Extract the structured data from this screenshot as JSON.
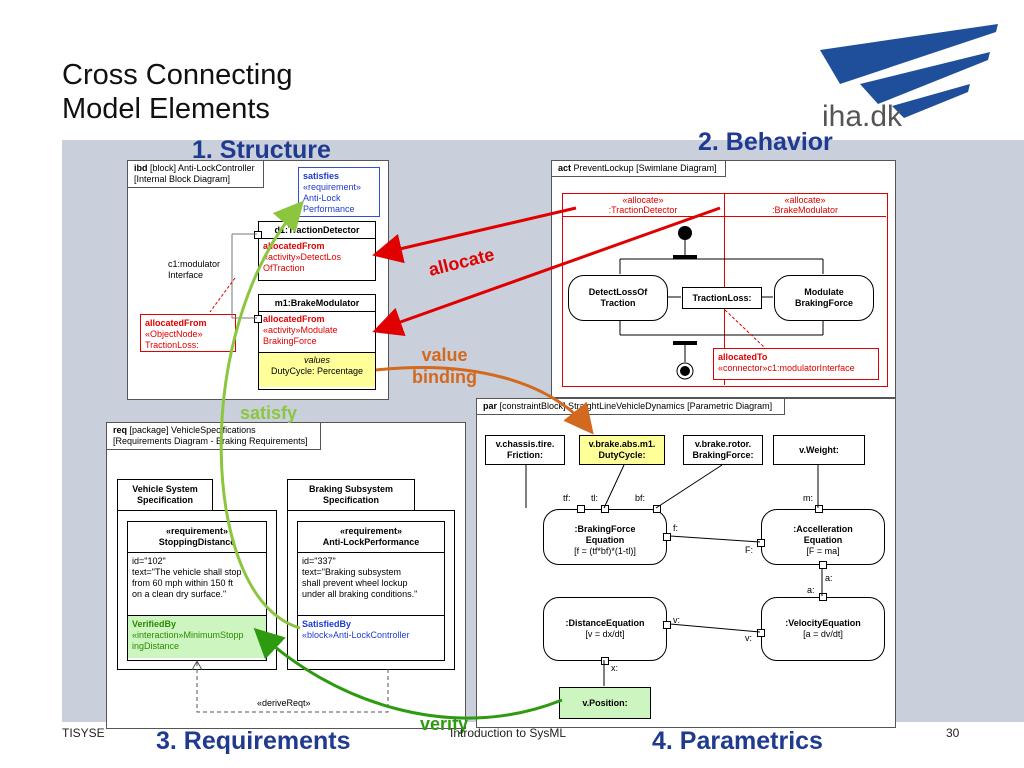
{
  "slide": {
    "title_line1": "Cross Connecting",
    "title_line2": "Model Elements",
    "logo_text": "iha.dk",
    "footer_left": "TISYSE",
    "footer_center": "Introduction to SysML",
    "page_number": "30"
  },
  "sections": {
    "structure": "1. Structure",
    "behavior": "2. Behavior",
    "requirements": "3. Requirements",
    "parametrics": "4. Parametrics"
  },
  "arrows": {
    "allocate": "allocate",
    "value_binding_1": "value",
    "value_binding_2": "binding",
    "satisfy": "satisfy",
    "verify": "verify"
  },
  "ibd": {
    "frame_kw": "ibd",
    "frame_line1": "[block] Anti-LockController",
    "frame_line2": "[Internal Block Diagram]",
    "satisfies_title": "satisfies",
    "satisfies_l1": "«requirement»",
    "satisfies_l2": "Anti-Lock",
    "satisfies_l3": "Performance",
    "connector_l1": "c1:modulator",
    "connector_l2": "Interface",
    "d1_name": "d1:TractionDetector",
    "d1_alloc_title": "allocatedFrom",
    "d1_alloc_l1": "«activity»DetectLos",
    "d1_alloc_l2": "OfTraction",
    "m1_name": "m1:BrakeModulator",
    "m1_alloc_title": "allocatedFrom",
    "m1_alloc_l1": "«activity»Modulate",
    "m1_alloc_l2": "BrakingForce",
    "m1_values_title": "values",
    "m1_values_l1": "DutyCycle: Percentage",
    "obj_alloc_title": "allocatedFrom",
    "obj_alloc_l1": "«ObjectNode»",
    "obj_alloc_l2": "TractionLoss:"
  },
  "act": {
    "frame_kw": "act",
    "frame_text": "PreventLockup [Swimlane Diagram]",
    "lane1_l1": "«allocate»",
    "lane1_l2": ":TractionDetector",
    "lane2_l1": "«allocate»",
    "lane2_l2": ":BrakeModulator",
    "action1_l1": "DetectLossOf",
    "action1_l2": "Traction",
    "object_node": "TractionLoss:",
    "action2_l1": "Modulate",
    "action2_l2": "BrakingForce",
    "alloc_to_title": "allocatedTo",
    "alloc_to_l1": "«connector»c1:modulatorInterface"
  },
  "req": {
    "frame_kw": "req",
    "frame_line1": "[package] VehicleSpecifications",
    "frame_line2": "[Requirements Diagram - Braking Requirements]",
    "pkg1_l1": "Vehicle System",
    "pkg1_l2": "Specification",
    "pkg2_l1": "Braking  Subsystem",
    "pkg2_l2": "Specification",
    "r1_stereo": "«requirement»",
    "r1_name": "StoppingDistance",
    "r1_id": "id=\"102\"",
    "r1_t1": "text=\"The vehicle shall stop",
    "r1_t2": "from 60 mph within 150 ft",
    "r1_t3": "on a clean dry surface.\"",
    "r1_verified_title": "VerifiedBy",
    "r1_verified_l1": "«interaction»MinimumStopp",
    "r1_verified_l2": "ingDistance",
    "r2_stereo": "«requirement»",
    "r2_name": "Anti-LockPerformance",
    "r2_id": "id=\"337\"",
    "r2_t1": "text=\"Braking subsystem",
    "r2_t2": "shall prevent wheel lockup",
    "r2_t3": "under all braking conditions.\"",
    "r2_satisfied_title": "SatisfiedBy",
    "r2_satisfied_l1": "«block»Anti-LockController",
    "derive": "«deriveReqt»"
  },
  "par": {
    "frame_kw": "par",
    "frame_text": "[constraintBlock] StraightLineVehicleDynamics [Parametric Diagram]",
    "p1_l1": "v.chassis.tire.",
    "p1_l2": "Friction:",
    "p2_l1": "v.brake.abs.m1.",
    "p2_l2": "DutyCycle:",
    "p3_l1": "v.brake.rotor.",
    "p3_l2": "BrakingForce:",
    "p4_l1": "v.Weight:",
    "port_tf": "tf:",
    "port_tl": "tl:",
    "port_bf": "bf:",
    "port_m": "m:",
    "port_f": "f:",
    "port_F": "F:",
    "port_a1": "a:",
    "port_a2": "a:",
    "port_v1": "v:",
    "port_v2": "v:",
    "port_x": "x:",
    "c1_l1": ":BrakingForce",
    "c1_l2": "Equation",
    "c1_l3": "[f = (tf*bf)*(1-tl)]",
    "c2_l1": ":Accelleration",
    "c2_l2": "Equation",
    "c2_l3": "[F = ma]",
    "c3_l1": ":DistanceEquation",
    "c3_l2": "[v = dx/dt]",
    "c4_l1": ":VelocityEquation",
    "c4_l2": "[a = dv/dt]",
    "position": "v.Position:"
  },
  "colors": {
    "section_blue": "#1f3a8f",
    "allocate_red": "#e00000",
    "value_binding_orange": "#d2691e",
    "satisfy_green": "#8cc63f",
    "verify_green": "#2d9a10",
    "highlight_yellow": "#ffff99",
    "highlight_green": "#ccf5c0"
  }
}
